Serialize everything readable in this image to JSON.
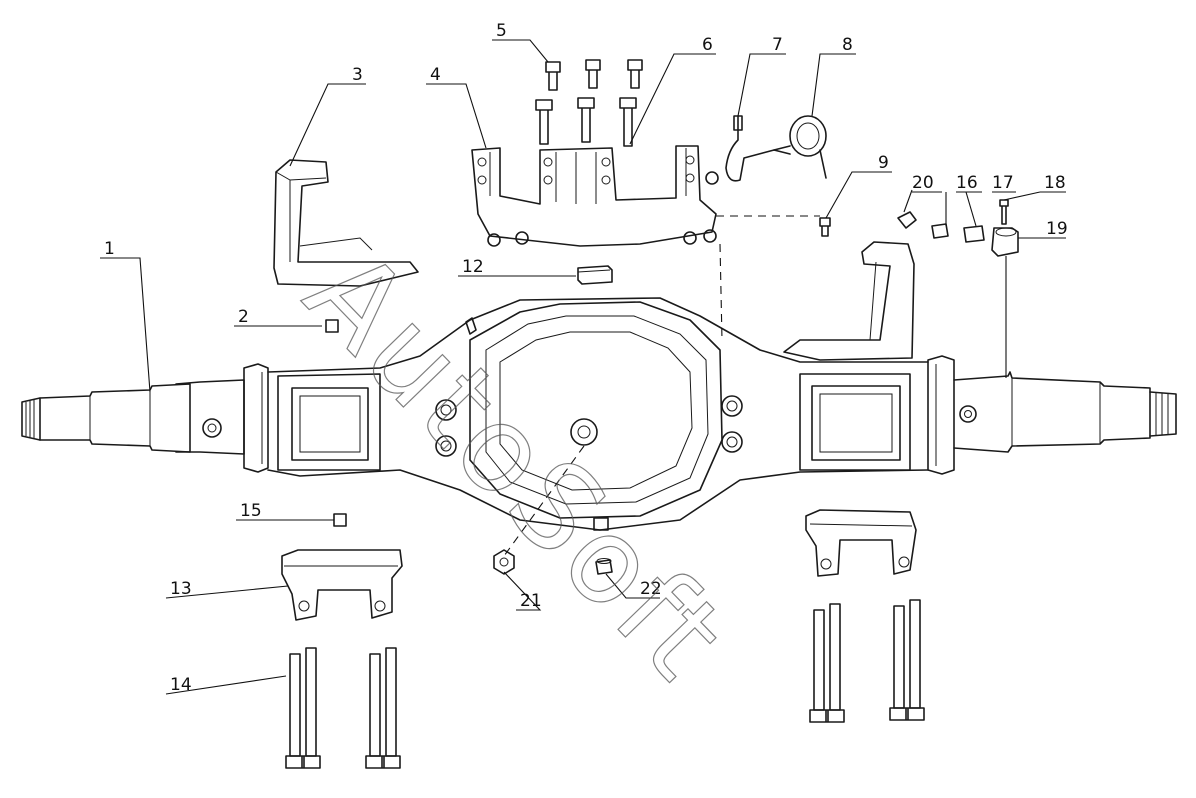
{
  "diagram": {
    "watermark": "AutoSoft",
    "callouts": [
      "1",
      "2",
      "3",
      "4",
      "5",
      "6",
      "7",
      "8",
      "9",
      "12",
      "13",
      "14",
      "15",
      "16",
      "17",
      "18",
      "19",
      "20",
      "21",
      "22"
    ]
  }
}
